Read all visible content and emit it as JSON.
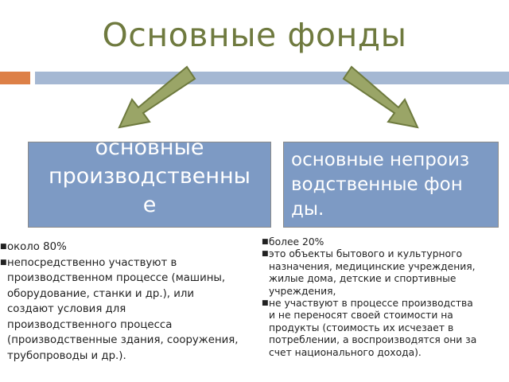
{
  "title": "Основные фонды",
  "colors": {
    "title": "#6f7a3f",
    "accent_orange": "#dd8047",
    "accent_blue": "#a5b8d3",
    "box_fill": "#7d9ac4",
    "arrow_fill": "#9aa567",
    "arrow_stroke": "#6e7a3e"
  },
  "left_box": {
    "label": "основные\nпроизводственны\nе"
  },
  "right_box": {
    "label": "основные непроиз\nводственные фон\nды."
  },
  "left_list": [
    "около 80%",
    " непосредственно участвуют в\nпроизводственном процессе (машины,\nоборудование, станки и др.), или\nсоздают условия для\nпроизводственного процесса\n(производственные здания, сооружения,\nтрубопроводы и др.)."
  ],
  "right_list": [
    "более 20%",
    "это объекты бытового и культурного\nназначения, медицинские учреждения,\nжилые дома, детские и спортивные\nучреждения,",
    "не участвуют в процессе производства\nи не переносят своей стоимости на\nпродукты (стоимость их исчезает в\nпотреблении, а воспроизводятся они за\nсчет национального дохода)."
  ]
}
